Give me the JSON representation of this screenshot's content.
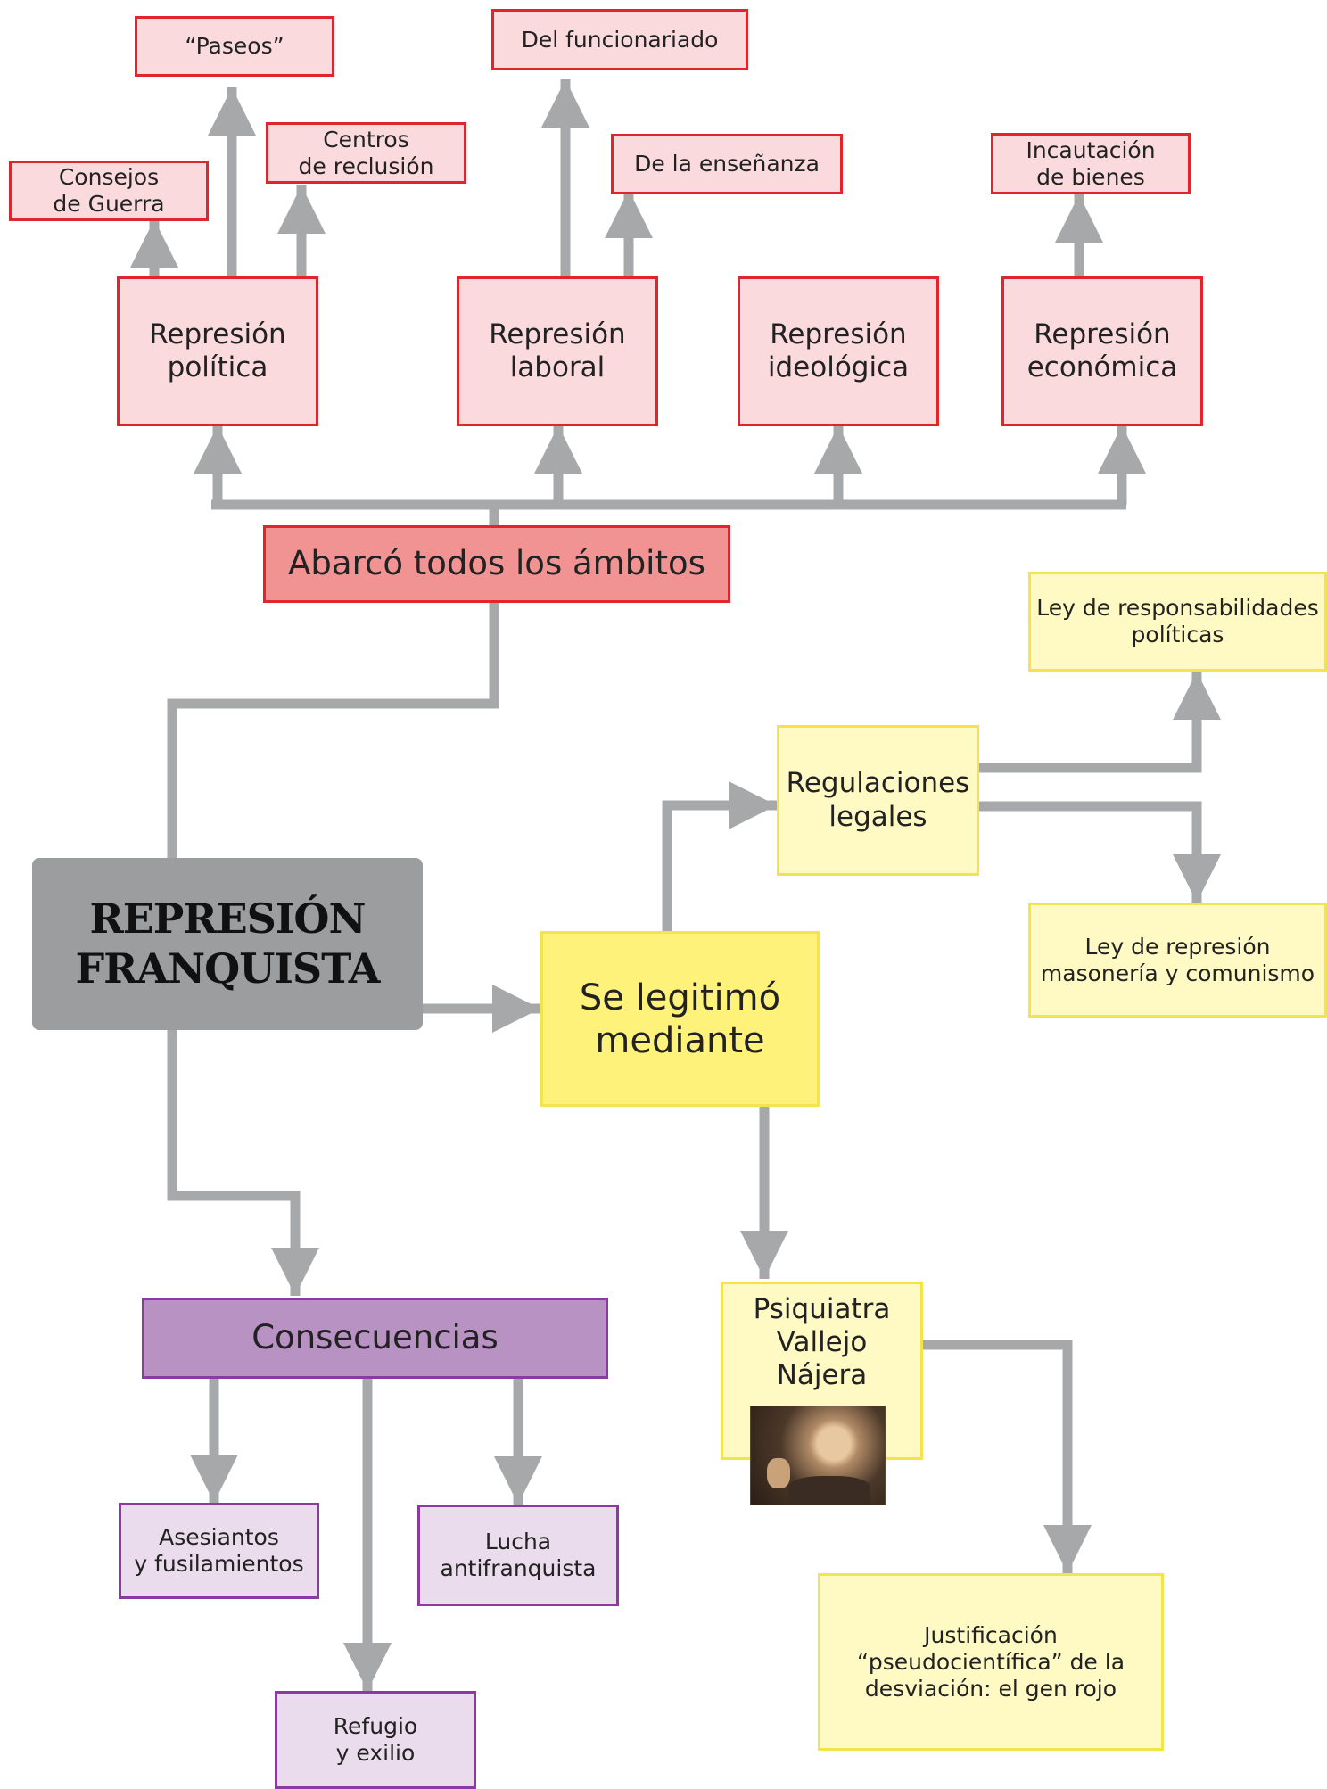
{
  "center": "REPRESIÓN\nFRANQUISTA",
  "ambitos": {
    "title": "Abarcó todos los ámbitos",
    "politica": {
      "label": "Represión\npolítica",
      "consejos": "Consejos\nde Guerra",
      "paseos": "“Paseos”",
      "centros": "Centros\nde reclusión"
    },
    "laboral": {
      "label": "Represión\nlaboral",
      "funcionariado": "Del funcionariado",
      "ensenanza": "De la enseñanza"
    },
    "ideologica": {
      "label": "Represión\nideológica"
    },
    "economica": {
      "label": "Represión\neconómica",
      "incautacion": "Incautación\nde bienes"
    }
  },
  "legitimo": {
    "title": "Se legitimó\nmediante",
    "regulaciones": "Regulaciones\nlegales",
    "ley_responsabilidades": "Ley de responsabilidades\npolíticas",
    "ley_represion": "Ley de represión\nmasonería y comunismo",
    "psiquiatra": "Psiquiatra\nVallejo\nNájera",
    "justificacion": "Justificación\n“pseudocientífica” de la\ndesviación: el gen rojo"
  },
  "consecuencias": {
    "title": "Consecuencias",
    "asesinatos": "Asesiantos\ny fusilamientos",
    "refugio": "Refugio\ny exilio",
    "lucha": "Lucha\nantifranquista"
  },
  "colors": {
    "arrow": "#a7a8aa",
    "pink_fill": "#fadadd",
    "red_border": "#e0262c",
    "yellow_fill": "#fff9c4",
    "yellow_border": "#f2e44a",
    "purple_fill": "#eadcec",
    "purple_border": "#8a3aa0",
    "grey_center": "#9c9d9f"
  }
}
